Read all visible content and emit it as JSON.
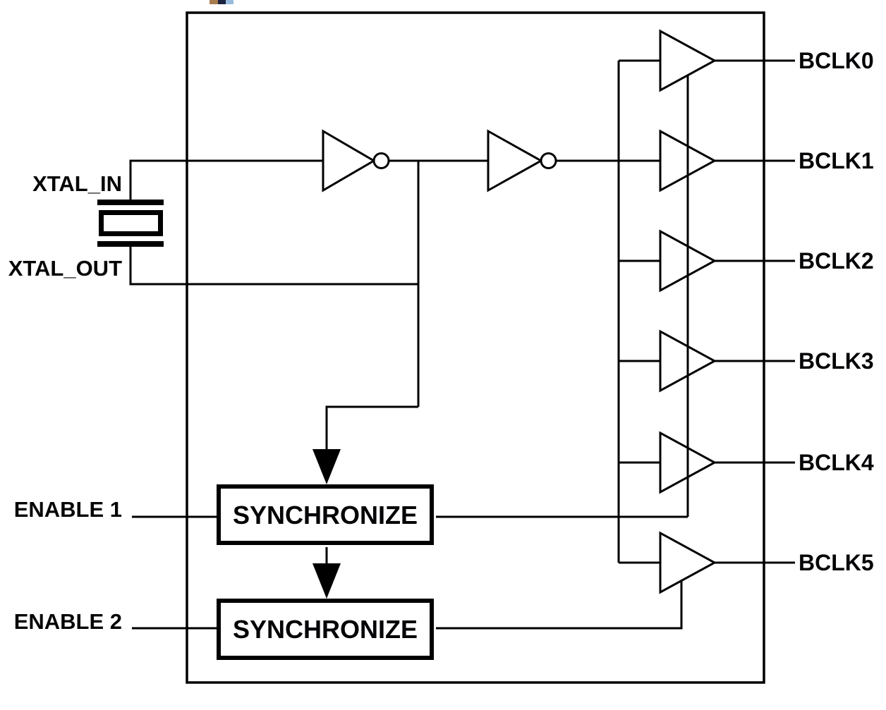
{
  "figure": {
    "type": "ic-block-diagram",
    "background_color": "#ffffff",
    "line_color": "#000000",
    "text_color": "#050508"
  },
  "chip": {
    "description": "device boundary rectangle"
  },
  "inputs": {
    "xtal_in": {
      "label": "XTAL_IN"
    },
    "xtal_out": {
      "label": "XTAL_OUT"
    },
    "enable1": {
      "label": "ENABLE 1"
    },
    "enable2": {
      "label": "ENABLE 2"
    }
  },
  "blocks": {
    "sync1": {
      "label": "SYNCHRONIZE"
    },
    "sync2": {
      "label": "SYNCHRONIZE"
    }
  },
  "outputs": [
    {
      "label": "BCLK0"
    },
    {
      "label": "BCLK1"
    },
    {
      "label": "BCLK2"
    },
    {
      "label": "BCLK3"
    },
    {
      "label": "BCLK4"
    },
    {
      "label": "BCLK5"
    }
  ]
}
